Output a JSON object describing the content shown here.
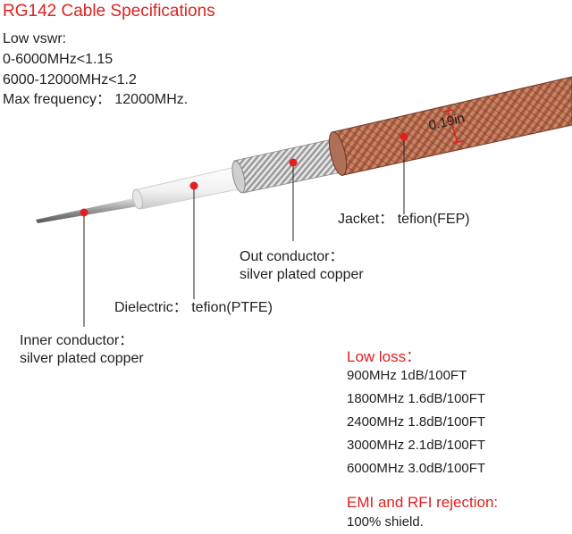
{
  "title": "RG142 Cable Specifications",
  "specs": {
    "vswr_label": "Low vswr:",
    "vswr_line1": "0-6000MHz<1.15",
    "vswr_line2": "6000-12000MHz<1.2",
    "max_freq": "Max frequency： 12000MHz."
  },
  "dimension": "0.19in",
  "labels": {
    "jacket": "Jacket： tefion(FEP)",
    "out_conductor_1": "Out conductor：",
    "out_conductor_2": "silver plated copper",
    "dielectric": "Dielectric： tefion(PTFE)",
    "inner_conductor_1": "Inner conductor：",
    "inner_conductor_2": "silver plated copper"
  },
  "low_loss": {
    "heading": "Low loss：",
    "rows": [
      "900MHz 1dB/100FT",
      "1800MHz 1.6dB/100FT",
      "2400MHz 1.8dB/100FT",
      "3000MHz 2.1dB/100FT",
      "6000MHz 3.0dB/100FT"
    ]
  },
  "emi": {
    "heading": "EMI and RFI rejection:",
    "value": "100% shield."
  },
  "colors": {
    "accent": "#e02020",
    "jacket": "#b06a50",
    "braid": "#c8c8c8",
    "dielectric": "#f4f4f4"
  }
}
